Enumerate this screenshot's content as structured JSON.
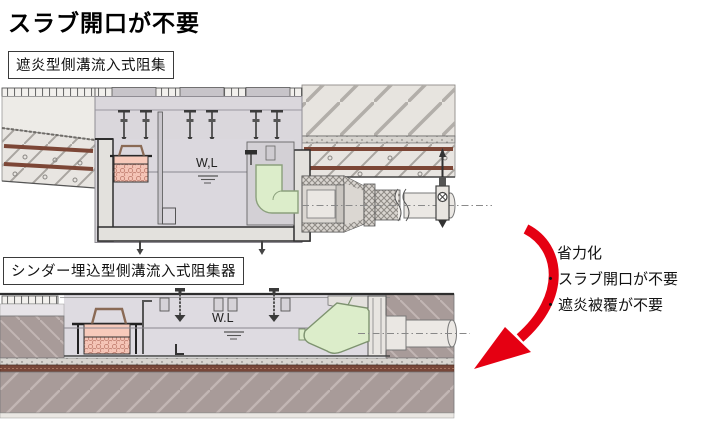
{
  "page": {
    "title": "スラブ開口が不要"
  },
  "diagram1": {
    "label": "遮炎型側溝流入式阻集",
    "water_level": "W,L"
  },
  "diagram2": {
    "label": "シンダー埋込型側溝流入式阻集器",
    "water_level": "W.L"
  },
  "annotation": {
    "heading": "省力化",
    "items": [
      "・スラブ開口が不要",
      "・遮炎被覆が不要"
    ]
  },
  "colors": {
    "arrow_red": "#e50012",
    "basket_pink": "#f5c5b7",
    "fitting_green": "#dcedca",
    "slab_taupe": "#a89b99",
    "rebar_brown": "#7c4636",
    "membrane_brown": "#774739"
  }
}
